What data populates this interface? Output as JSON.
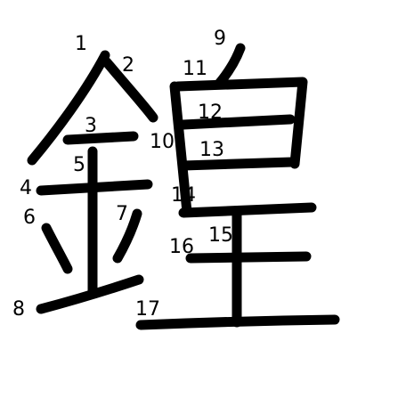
{
  "character": "鍠",
  "stroke_color": "#000000",
  "background_color": "#ffffff",
  "stroke_numbers": [
    "1",
    "2",
    "3",
    "4",
    "5",
    "6",
    "7",
    "8",
    "9",
    "10",
    "11",
    "12",
    "13",
    "14",
    "15",
    "16",
    "17"
  ]
}
